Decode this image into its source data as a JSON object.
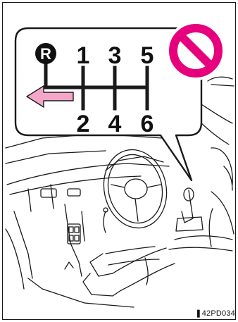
{
  "gear_pattern": {
    "reverse": "R",
    "top_row": [
      "1",
      "3",
      "5"
    ],
    "bottom_row": [
      "2",
      "4",
      "6"
    ]
  },
  "prohibition_icon": "no-entry-icon",
  "arrow_icon": "left-arrow-icon",
  "image_code": "42PD034",
  "colors": {
    "prohibition_red": "#e6007e",
    "arrow_pink": "#f4a6c8",
    "line": "#1a1a1a"
  }
}
